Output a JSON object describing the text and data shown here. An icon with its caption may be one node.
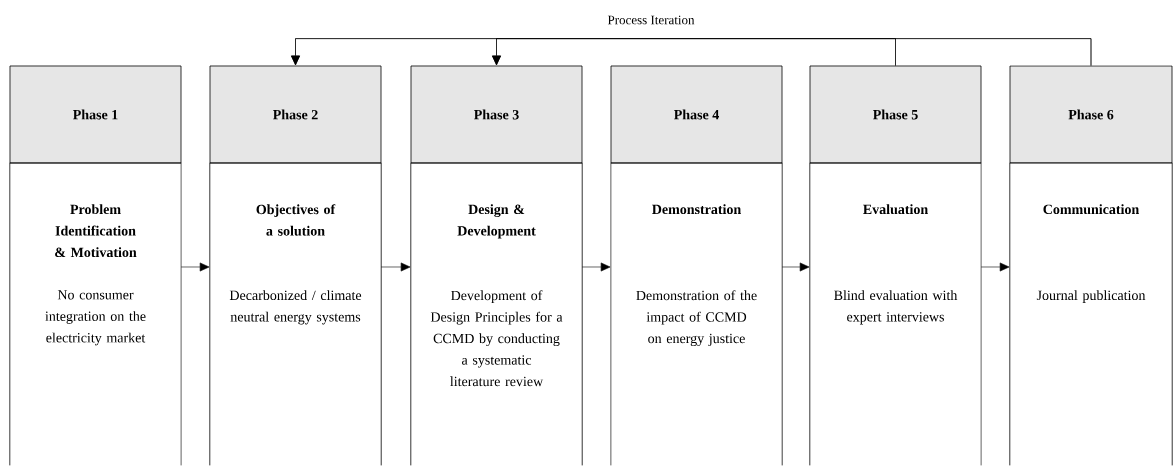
{
  "diagram": {
    "nodes": [
      {
        "text": [
          "Phase 1"
        ]
      },
      {
        "text": [
          "Problem Identification & Motivation",
          "No consumer integration on the electricity market"
        ]
      },
      {
        "text": [
          "Phase 2"
        ]
      },
      {
        "text": [
          "Objectives of a solution",
          "Decarbonized / climate neutral energy systems"
        ]
      },
      {
        "text": [
          "Phase 3"
        ]
      },
      {
        "text": [
          "Design & Development",
          "Development of Design Principles for a CCMD by conducting a systematic literature review"
        ]
      },
      {
        "text": [
          "Phase 4"
        ]
      },
      {
        "text": [
          "Demonstration",
          "Demonstration of the impact of CCMD on energy justice"
        ]
      },
      {
        "text": [
          "Phase 5"
        ]
      },
      {
        "text": [
          "Evaluation",
          "Blind evaluation with expert interviews"
        ]
      },
      {
        "text": [
          "Phase 6"
        ]
      },
      {
        "text": [
          "Communication",
          "Journal publication"
        ]
      }
    ],
    "edges": [
      {
        "from": 1,
        "to": 3,
        "arrow": "to"
      },
      {
        "from": 3,
        "to": 5,
        "arrow": "to"
      },
      {
        "from": 5,
        "to": 7,
        "arrow": "to"
      },
      {
        "from": 7,
        "to": 9,
        "arrow": "to"
      },
      {
        "from": 9,
        "to": 11,
        "arrow": "to"
      },
      {
        "from": 8,
        "to": 2,
        "arrow": "to"
      },
      {
        "from": 8,
        "to": 4,
        "arrow": "to"
      },
      {
        "from": 10,
        "to": 2,
        "arrow": "to"
      },
      {
        "from": 10,
        "to": 4,
        "arrow": "to"
      }
    ],
    "labels": [
      "Process Iteration"
    ]
  }
}
